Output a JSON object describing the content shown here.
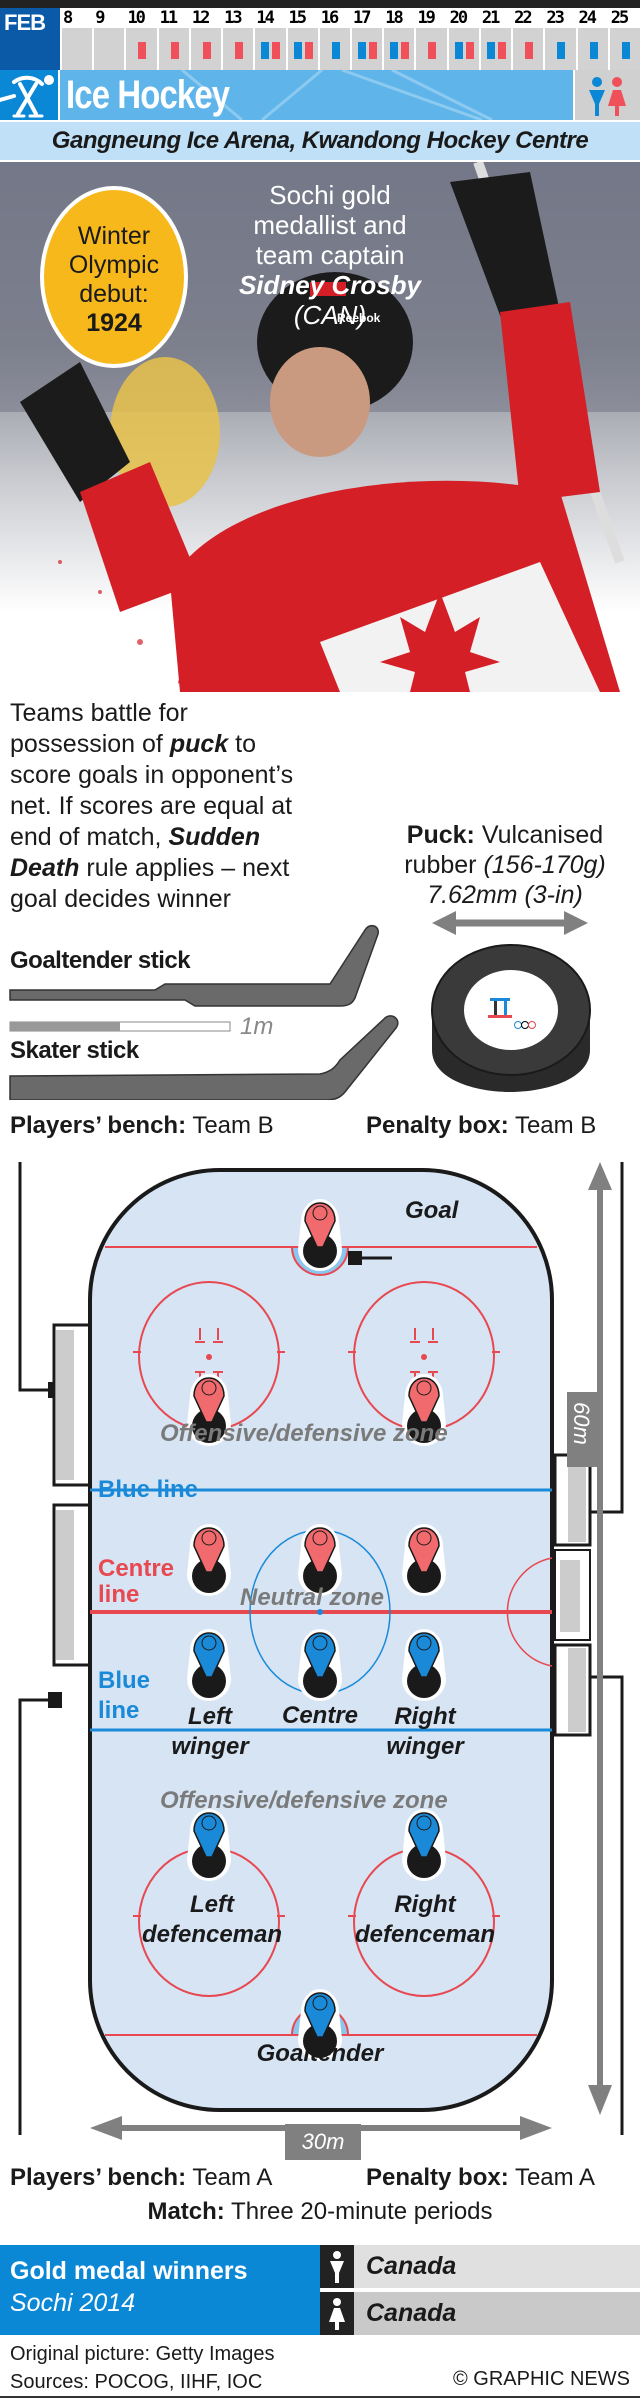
{
  "calendar": {
    "month": "FEB",
    "days": [
      {
        "day": "8",
        "events": []
      },
      {
        "day": "9",
        "events": []
      },
      {
        "day": "10",
        "events": [
          "women"
        ]
      },
      {
        "day": "11",
        "events": [
          "women"
        ]
      },
      {
        "day": "12",
        "events": [
          "women"
        ]
      },
      {
        "day": "13",
        "events": [
          "women"
        ]
      },
      {
        "day": "14",
        "events": [
          "men",
          "women"
        ]
      },
      {
        "day": "15",
        "events": [
          "men",
          "women"
        ]
      },
      {
        "day": "16",
        "events": [
          "men"
        ]
      },
      {
        "day": "17",
        "events": [
          "men",
          "women"
        ]
      },
      {
        "day": "18",
        "events": [
          "men",
          "women"
        ]
      },
      {
        "day": "19",
        "events": [
          "women"
        ]
      },
      {
        "day": "20",
        "events": [
          "men",
          "women"
        ]
      },
      {
        "day": "21",
        "events": [
          "men",
          "women"
        ]
      },
      {
        "day": "22",
        "events": [
          "women"
        ]
      },
      {
        "day": "23",
        "events": [
          "men"
        ]
      },
      {
        "day": "24",
        "events": [
          "men"
        ]
      },
      {
        "day": "25",
        "events": [
          "men"
        ]
      }
    ],
    "colors": {
      "men": "#0a87d5",
      "women": "#f0505a"
    }
  },
  "header": {
    "sport_icon": "ice-hockey-pictogram-icon",
    "title": "Ice Hockey",
    "gender_icon": "men-women-icon",
    "venue": "Gangneung Ice Arena, Kwandong Hockey Centre"
  },
  "photo": {
    "debut_badge": {
      "line1": "Winter",
      "line2": "Olympic",
      "line3": "debut:",
      "year": "1924"
    },
    "caption": {
      "line1": "Sochi gold",
      "line2": "medallist and",
      "line3": "team captain",
      "name": "Sidney Crosby",
      "country": "(CAN)"
    },
    "helmet_brand": "Reebok"
  },
  "description": {
    "part1": "Teams battle for possession of ",
    "puck": "puck",
    "part2": " to score goals in opponent’s net. If scores are equal at end of match, ",
    "sudden_death": "Sudden Death",
    "part3": " rule applies – next goal decides winner"
  },
  "equipment": {
    "goaltender_stick": "Goaltender stick",
    "skater_stick": "Skater stick",
    "scale_label": "1m",
    "puck_title": "Puck:",
    "puck_material": " Vulcanised rubber ",
    "puck_weight": "(156-170g)",
    "puck_diameter": "7.62mm (3-in)"
  },
  "rink": {
    "top_left": {
      "label": "Players’ bench:",
      "team": " Team B"
    },
    "top_right": {
      "label": "Penalty box:",
      "team": " Team B"
    },
    "bottom_left": {
      "label": "Players’ bench:",
      "team": " Team A"
    },
    "bottom_right": {
      "label": "Penalty box:",
      "team": " Team A"
    },
    "goal_label": "Goal",
    "zone_top": "Offensive/defensive zone",
    "zone_bottom": "Offensive/defensive zone",
    "neutral_zone": "Neutral zone",
    "blue_line_top": "Blue line",
    "centre_line": [
      "Centre",
      "line"
    ],
    "blue_line_bottom": [
      "Blue",
      "line"
    ],
    "positions": {
      "left_winger": [
        "Left",
        "winger"
      ],
      "centre": "Centre",
      "right_winger": [
        "Right",
        "winger"
      ],
      "left_defenceman": [
        "Left",
        "defenceman"
      ],
      "right_defenceman": [
        "Right",
        "defenceman"
      ],
      "goaltender": "Goaltender"
    },
    "length_label": "60m",
    "width_label": "30m",
    "colors": {
      "ice": "#d6e4f4",
      "red_line": "#e84850",
      "blue_line": "#1a8ad8",
      "team_red": "#f06a6e",
      "team_blue": "#1a8ad8"
    }
  },
  "match": {
    "label": "Match:",
    "value": " Three 20-minute periods"
  },
  "gold_medal": {
    "title": "Gold medal winners",
    "subtitle": "Sochi 2014",
    "men": "Canada",
    "women": "Canada"
  },
  "credits": {
    "picture": "Original picture: Getty Images",
    "sources": "Sources: POCOG, IIHF, IOC",
    "copyright": "© GRAPHIC NEWS"
  }
}
